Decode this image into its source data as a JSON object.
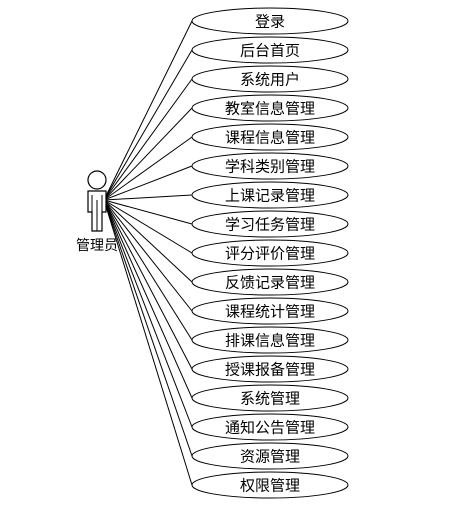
{
  "actor": {
    "label": "管理员",
    "icon": "person-stick-figure-icon"
  },
  "use_cases": [
    "登录",
    "后台首页",
    "系统用户",
    "教室信息管理",
    "课程信息管理",
    "学科类别管理",
    "上课记录管理",
    "学习任务管理",
    "评分评价管理",
    "反馈记录管理",
    "课程统计管理",
    "排课信息管理",
    "授课报备管理",
    "系统管理",
    "通知公告管理",
    "资源管理",
    "权限管理"
  ],
  "colors": {
    "stroke": "#000000",
    "fill": "#ffffff",
    "text": "#000000"
  }
}
